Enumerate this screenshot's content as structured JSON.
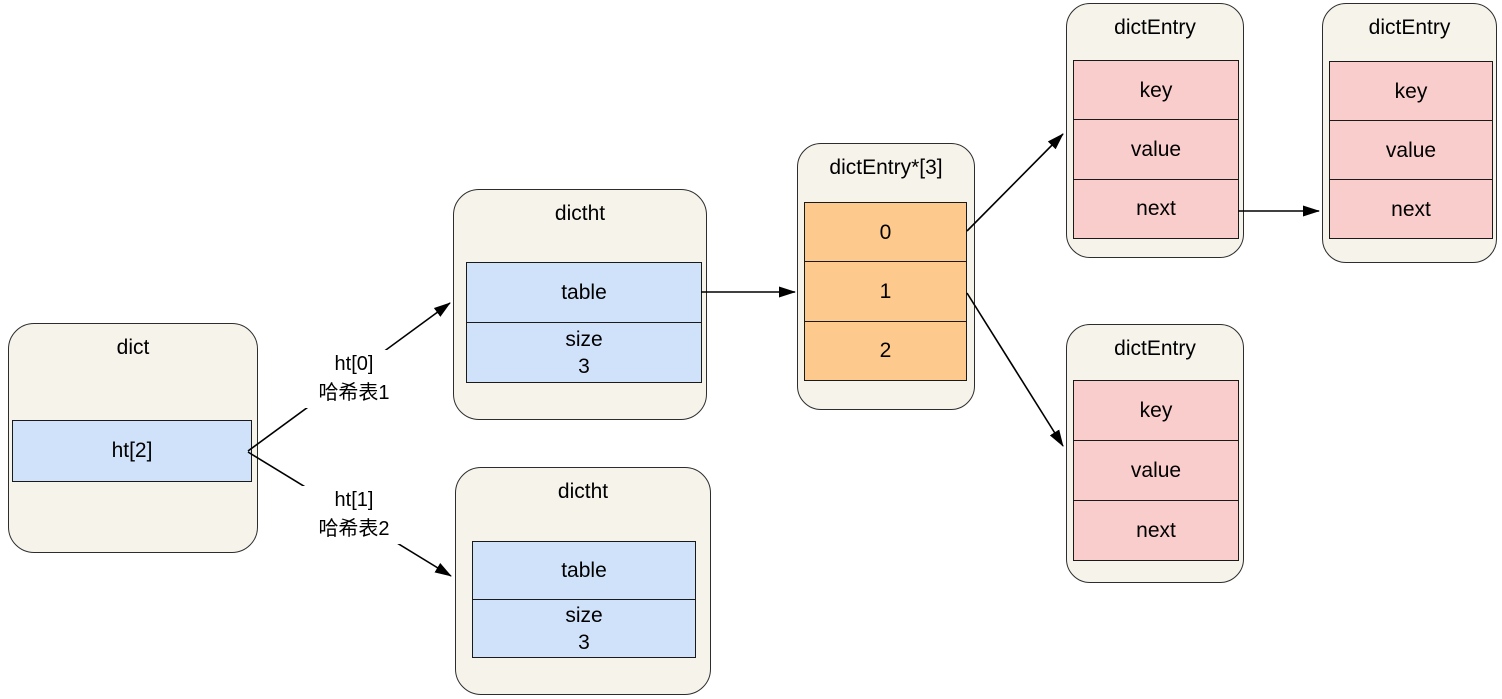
{
  "palette": {
    "node_fill": "#f6f3ea",
    "node_stroke": "#2d2d2d",
    "blue_fill": "#cfe2f9",
    "orange_fill": "#fdc98c",
    "pink_fill": "#f9cdcb",
    "edge_color": "#000000",
    "label_background": "#ffffff"
  },
  "dict": {
    "title": "dict",
    "slot": "ht[2]"
  },
  "edge_labels": {
    "ht0": {
      "line1": "ht[0]",
      "line2": "哈希表1"
    },
    "ht1": {
      "line1": "ht[1]",
      "line2": "哈希表2"
    }
  },
  "dictht_top": {
    "title": "dictht",
    "table_label": "table",
    "size_label": "size",
    "size_value": "3"
  },
  "dictht_bottom": {
    "title": "dictht",
    "table_label": "table",
    "size_label": "size",
    "size_value": "3"
  },
  "bucket_array": {
    "title": "dictEntry*[3]",
    "slots": [
      "0",
      "1",
      "2"
    ]
  },
  "entry_chain_1": {
    "title": "dictEntry",
    "fields": [
      "key",
      "value",
      "next"
    ]
  },
  "entry_chain_2": {
    "title": "dictEntry",
    "fields": [
      "key",
      "value",
      "next"
    ]
  },
  "entry_bucket_1": {
    "title": "dictEntry",
    "fields": [
      "key",
      "value",
      "next"
    ]
  }
}
